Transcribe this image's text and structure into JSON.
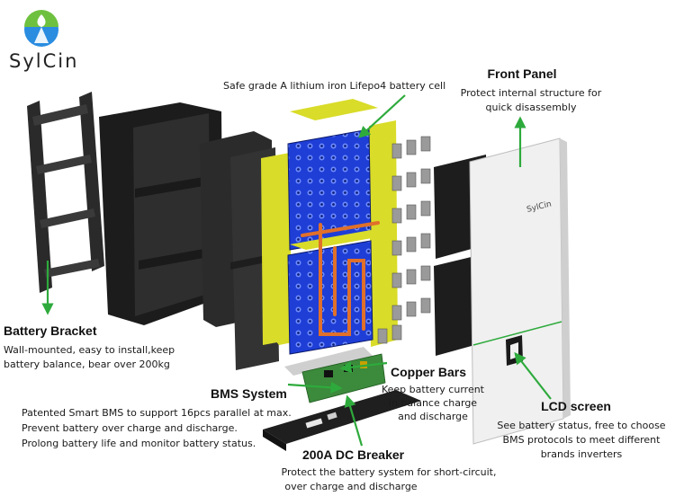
{
  "logo": {
    "brand": "SylCin"
  },
  "panel_brand": "SylCin",
  "colors": {
    "accent_arrow": "#2eaa3c",
    "battery_blue": "#1e3ed6",
    "insulator_yellow": "#d9dc28",
    "copper": "#e0702a",
    "housing": "#2b2b2b",
    "panel": "#eeeeee"
  },
  "labels": {
    "battery_cell": {
      "desc": "Safe grade A lithium iron Lifepo4 battery cell"
    },
    "front_panel": {
      "title": "Front Panel",
      "desc": [
        "Protect internal structure for",
        "quick disassembly"
      ]
    },
    "battery_bracket": {
      "title": "Battery Bracket",
      "desc": [
        "Wall-mounted, easy to install,keep",
        "battery balance, bear over 200kg"
      ]
    },
    "bms_system": {
      "title": "BMS System",
      "desc": [
        "Patented Smart BMS to support 16pcs parallel at max.",
        "Prevent battery over charge and discharge.",
        "Prolong battery life and monitor battery status."
      ]
    },
    "copper_bars": {
      "title": "Copper Bars",
      "desc": [
        "Keep battery current",
        "in balance charge",
        "and discharge"
      ]
    },
    "lcd_screen": {
      "title": "LCD screen",
      "desc": [
        "See battery status, free to choose",
        "BMS protocols to meet different",
        "brands inverters"
      ]
    },
    "dc_breaker": {
      "title": "200A DC Breaker",
      "desc": [
        "Protect the battery system for short-circuit,",
        "over charge and discharge"
      ]
    }
  }
}
